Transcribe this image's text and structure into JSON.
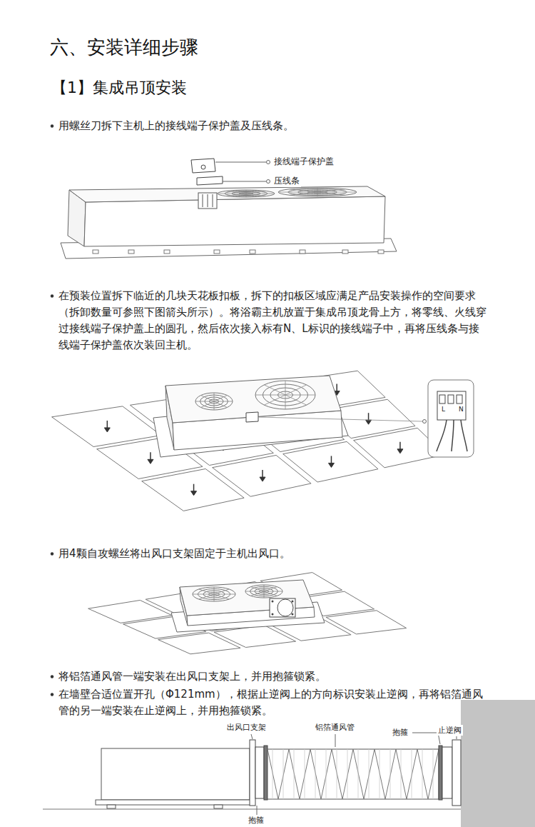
{
  "diagram": {
    "title": "六、安装详细步骤",
    "labels": [
      "【1】集成吊顶安装",
      "用螺丝刀拆下主机上的接线端子保护盖及压线条。",
      "接线端子保护盖",
      "压线条",
      "在预装位置拆下临近的几块天花板扣板，拆下的扣板区域应满足产品安装操作的空间要求（拆卸数量可参照下图箭头所示）。将浴霸主机放置于集成吊顶龙骨上方，将零线、火线穿过接线端子保护盖上的圆孔，然后依次接入标有N、L标识的接线端子中，再将压线条与接线端子保护盖依次装回主机。",
      "N",
      "L",
      "用4颗自攻螺丝将出风口支架固定于主机出风口。",
      "将铝箔通风管一端安装在出风口支架上，并用抱箍锁紧。",
      "在墙壁合适位置开孔（Φ121mm），根据止逆阀上的方向标识安装止逆阀，再将铝箔通风管的另一端安装在止逆阀上，并用抱箍锁紧。",
      "出风口支架",
      "铝箔通风管",
      "抱箍",
      "止逆阀",
      "抱箍"
    ]
  }
}
